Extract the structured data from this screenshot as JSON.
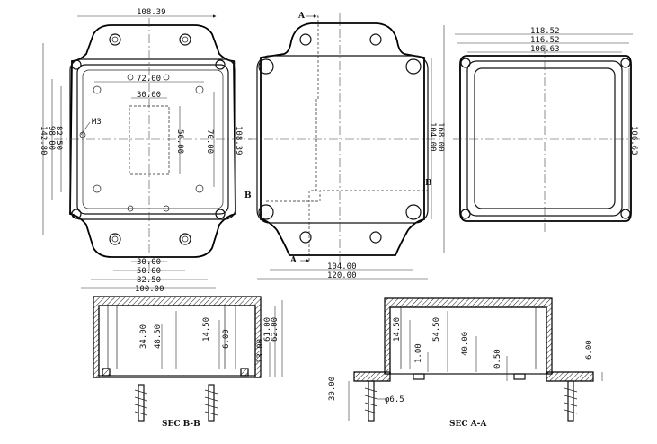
{
  "top_view": {
    "width_outer": "108.39",
    "dim_72": "72.00",
    "dim_30": "30.00",
    "height_142": "142.80",
    "height_98": "98.00",
    "height_82": "82.50",
    "thread": "M3",
    "dim_50v": "50.00",
    "dim_70v": "70.00",
    "height_right": "108.39",
    "bottom_30": "30.00",
    "bottom_50": "50.00",
    "bottom_82": "82.50",
    "bottom_100": "100.00",
    "section_b": "B"
  },
  "mid_view": {
    "section_a": "A",
    "height_104": "104.00",
    "height_168": "168.00",
    "width_104": "104.00",
    "width_120": "120.00",
    "section_b": "B"
  },
  "right_view": {
    "w_118": "118.52",
    "w_116": "116.52",
    "w_106": "106.63",
    "h_106": "106.63"
  },
  "sec_bb": {
    "label": "SEC B-B",
    "d34": "34.00",
    "d48": "48.50",
    "d14": "14.50",
    "d6": "6.00",
    "d13": "13.00",
    "d61": "61.00",
    "d62": "62.00"
  },
  "sec_aa": {
    "label": "SEC A-A",
    "d14": "14.50",
    "d1": "1.00",
    "d54": "54.50",
    "d40": "40.00",
    "d05": "0.50",
    "d6": "6.00",
    "d30": "30.00",
    "phi": "φ6.5"
  }
}
